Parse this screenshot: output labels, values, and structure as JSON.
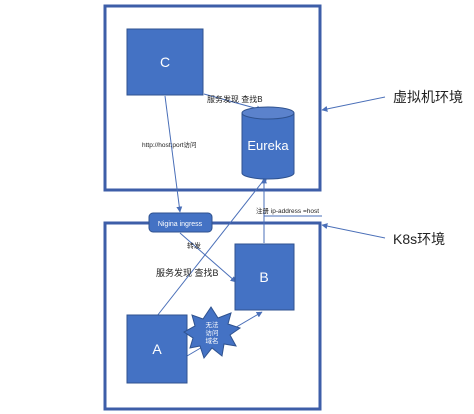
{
  "colors": {
    "frame": "#3d5ea8",
    "node_fill": "#4472c4",
    "node_stroke": "#2f528f",
    "arrow": "#4a6fb8",
    "text": "#222222",
    "text_on_node": "#ffffff"
  },
  "zones": {
    "vm": {
      "label": "虚拟机环境"
    },
    "k8s": {
      "label": "K8s环境"
    }
  },
  "nodes": {
    "c": {
      "label": "C"
    },
    "a": {
      "label": "A"
    },
    "b": {
      "label": "B"
    },
    "eureka": {
      "label": "Eureka",
      "shape": "cylinder"
    },
    "ingress": {
      "label": "Nigina ingress"
    },
    "blocked": {
      "label_lines": [
        "无法",
        "访问",
        "域名"
      ],
      "shape": "starburst"
    }
  },
  "edges": {
    "c_to_eureka": {
      "label": "服务发现 查找B"
    },
    "c_to_ingress": {
      "label": "http://host:port访问"
    },
    "ingress_to_b": {
      "label": "转发"
    },
    "a_to_eureka": {
      "label": "服务发现 查找B"
    },
    "b_to_eureka": {
      "label": "注册 ip-address =host"
    }
  }
}
